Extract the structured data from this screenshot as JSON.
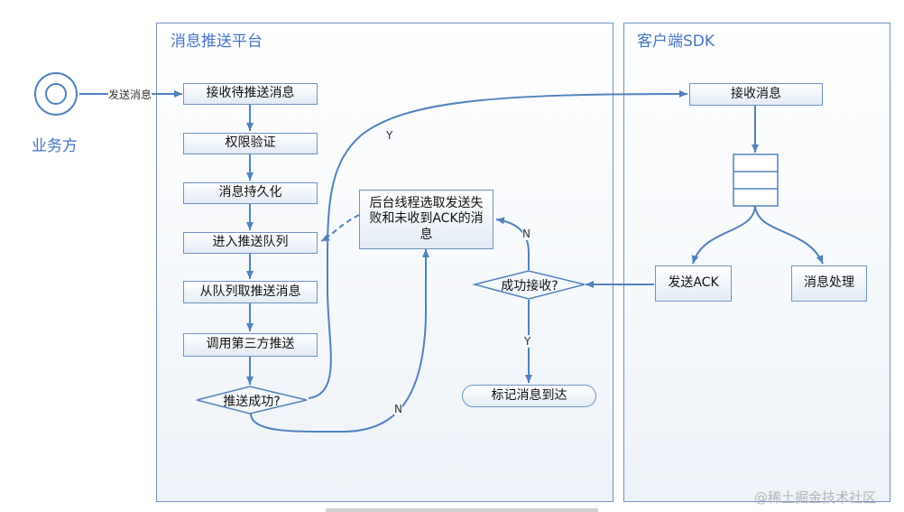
{
  "actor": {
    "label": "业务方"
  },
  "edge_labels": {
    "send_message": "发送消息",
    "yes": "Y",
    "no": "N"
  },
  "platform": {
    "title": "消息推送平台",
    "nodes": {
      "receive": "接收待推送消息",
      "auth": "权限验证",
      "persist": "消息持久化",
      "enqueue": "进入推送队列",
      "dequeue": "从队列取推送消息",
      "call_third": "调用第三方推送",
      "push_ok": "推送成功?",
      "background": "后台线程选取发送失败和未收到ACK的消息",
      "recv_ok": "成功接收?",
      "mark": "标记消息到达"
    }
  },
  "sdk": {
    "title": "客户端SDK",
    "nodes": {
      "receive": "接收消息",
      "send_ack": "发送ACK",
      "process": "消息处理"
    }
  },
  "watermark": "@稀土掘金技术社区"
}
